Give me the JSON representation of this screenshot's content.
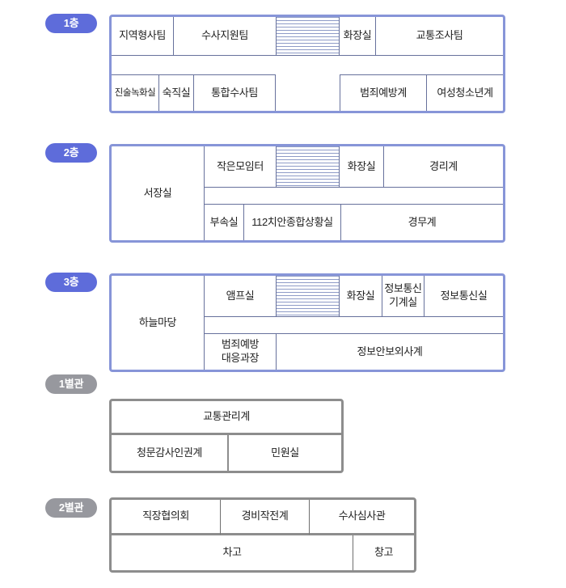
{
  "colors": {
    "badge_blue": "#5e6cda",
    "badge_gray": "#97989e",
    "floor_border_blue": "#8795d8",
    "annex_border_gray": "#8d8d8d",
    "inner_line": "#67719c",
    "hatch_line": "#8e9bc7",
    "text": "#222222"
  },
  "floors": {
    "f1": {
      "badge": "1층",
      "rooms": {
        "regional_detective": "지역형사팀",
        "investigation_support": "수사지원팀",
        "restroom": "화장실",
        "traffic_investigation": "교통조사팀",
        "statement_recording": "진술녹화실",
        "night_duty": "숙직실",
        "integrated_investigation": "통합수사팀",
        "crime_prevention": "범죄예방계",
        "women_youth": "여성청소년계"
      }
    },
    "f2": {
      "badge": "2층",
      "rooms": {
        "chief_office": "서장실",
        "small_meeting": "작은모임터",
        "restroom": "화장실",
        "accounting": "경리계",
        "attached_office": "부속실",
        "situation_room": "112치안종합상황실",
        "police_admin": "경무계"
      }
    },
    "f3": {
      "badge": "3층",
      "rooms": {
        "sky_yard": "하늘마당",
        "amp_room": "앰프실",
        "restroom": "화장실",
        "ict_machine_room": "정보통신\n기계실",
        "ict_room": "정보통신실",
        "crime_prevention_chief": "범죄예방\n대응과장",
        "security_foreign_affairs": "정보안보외사계"
      }
    },
    "annex1": {
      "badge": "1별관",
      "rooms": {
        "traffic_management": "교통관리계",
        "audit_human_rights": "청문감사인권계",
        "civil_affairs": "민원실"
      }
    },
    "annex2": {
      "badge": "2별관",
      "rooms": {
        "workplace_council": "직장협의회",
        "security_operations": "경비작전계",
        "investigation_review": "수사심사관",
        "garage": "차고",
        "storage": "창고"
      }
    }
  }
}
